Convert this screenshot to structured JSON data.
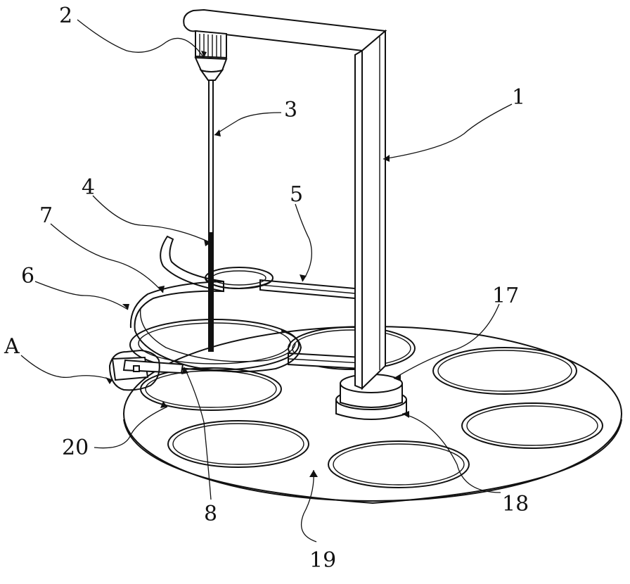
{
  "figure": {
    "type": "patent-drawing",
    "labels": {
      "l1": "1",
      "l2": "2",
      "l3": "3",
      "l4": "4",
      "l5": "5",
      "l6": "6",
      "l7": "7",
      "l8": "8",
      "l17": "17",
      "l18": "18",
      "l19": "19",
      "l20": "20",
      "lA": "A"
    }
  }
}
